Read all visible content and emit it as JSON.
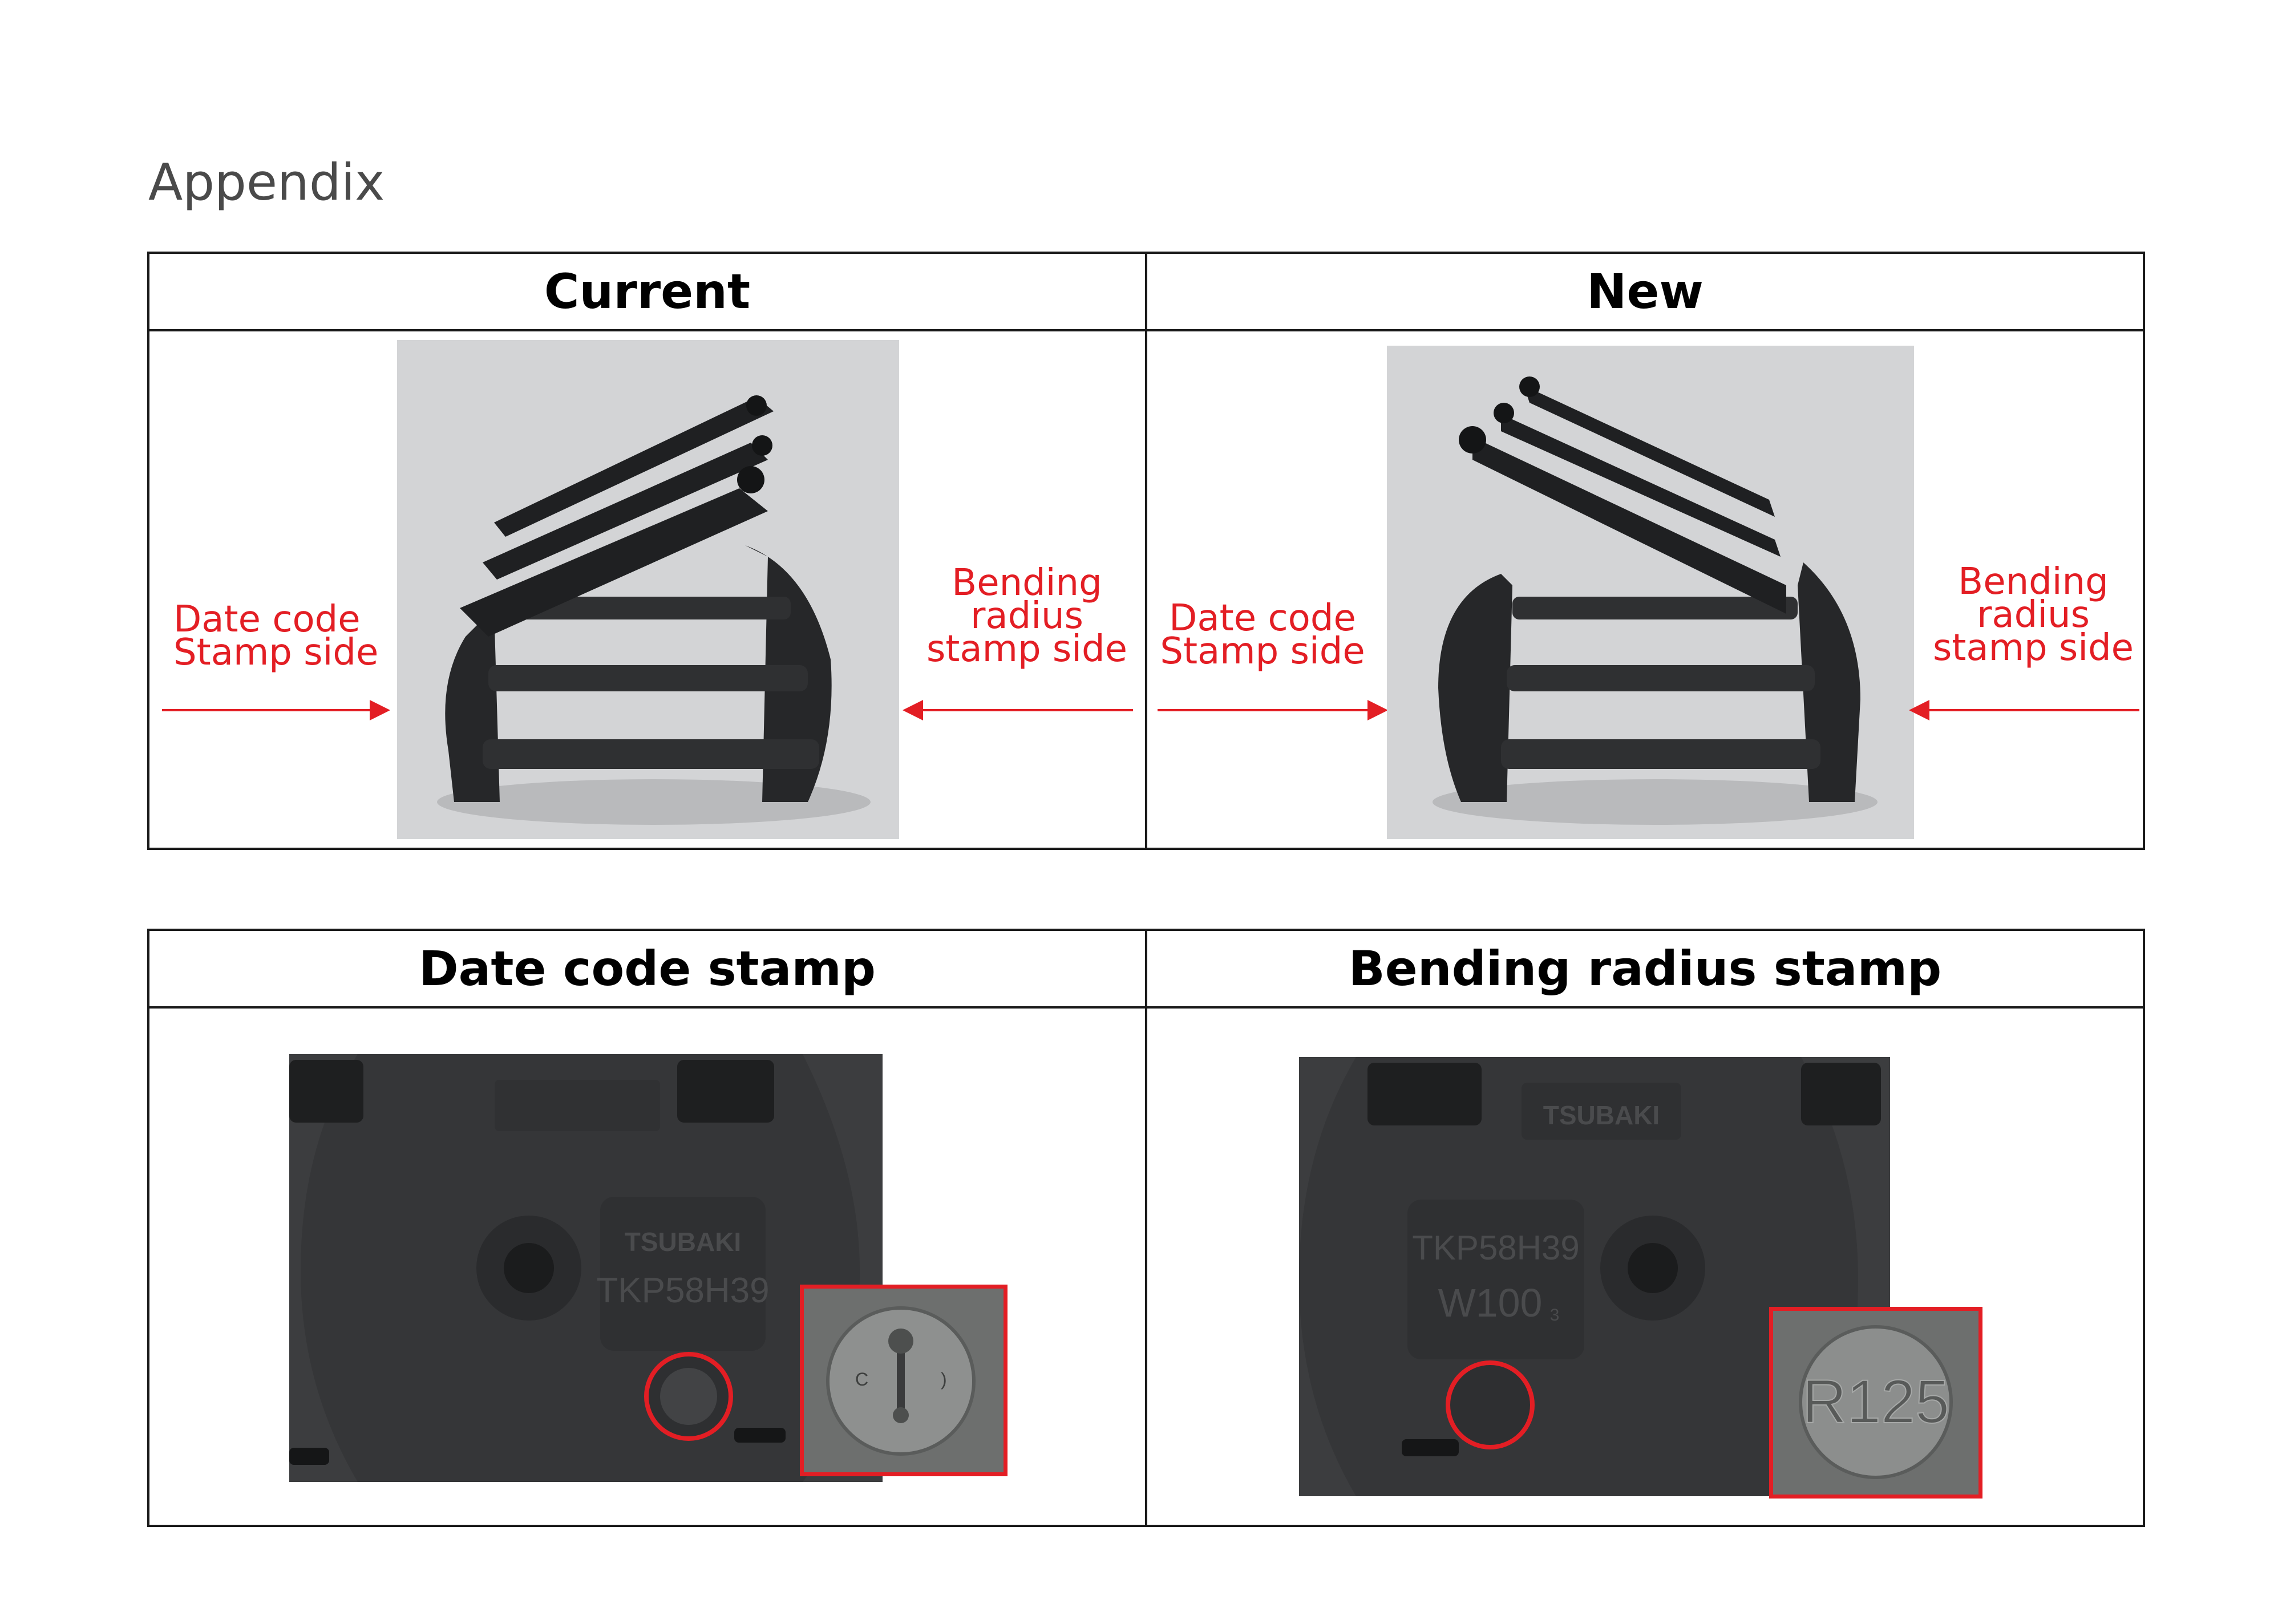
{
  "page": {
    "title": "Appendix"
  },
  "comparison": {
    "headers": {
      "current": "Current",
      "new": "New"
    },
    "labels": {
      "date_code_line1": "Date code",
      "date_code_line2": "Stamp side",
      "bending_line1": "Bending",
      "bending_line2": "radius",
      "bending_line3": "stamp side"
    }
  },
  "stamps": {
    "headers": {
      "date_code": "Date code stamp",
      "bending_radius": "Bending radius stamp"
    },
    "part_text": {
      "brand": "TSUBAKI",
      "model": "TKP58H39",
      "width_code": "W100",
      "width_sub": "3",
      "radius": "R125"
    }
  },
  "colors": {
    "accent": "#e31e24",
    "border": "#1a1a1a",
    "part": "#2b2c2e",
    "background": "#d3d4d6"
  }
}
